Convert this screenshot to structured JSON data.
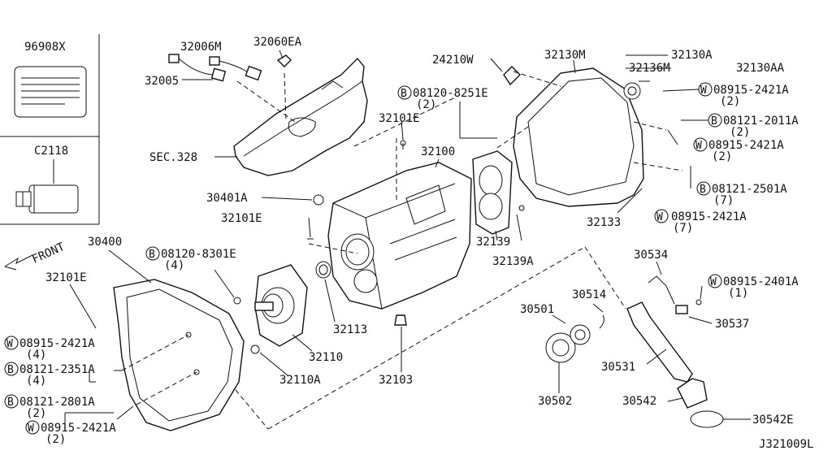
{
  "diagram_code": "J321009L",
  "inset": {
    "box1_label": "96908X",
    "box2_label": "C2118"
  },
  "front_label": "FRONT",
  "labels": {
    "p32006M": "32006M",
    "p32060EA": "32060EA",
    "p32005": "32005",
    "sec328": "SEC.328",
    "p24210W": "24210W",
    "p32130M": "32130M",
    "p32130A": "32130A",
    "p32136M": "32136M",
    "p32130AA": "32130AA",
    "b08120_8251E": "08120-8251E",
    "q2a": "(2)",
    "w08915_2421A_1": "08915-2421A",
    "q2b": "(2)",
    "b08121_2011A": "08121-2011A",
    "q2c": "(2)",
    "w08915_2421A_2": "08915-2421A",
    "q2d": "(2)",
    "p32101E_1": "32101E",
    "p32100": "32100",
    "b08121_2501A": "08121-2501A",
    "q7a": "(7)",
    "w08915_2421A_3": "08915-2421A",
    "q7b": "(7)",
    "p30401A": "30401A",
    "p32101E_2": "32101E",
    "p32133": "32133",
    "p32139": "32139",
    "p32139A": "32139A",
    "p30400": "30400",
    "b08120_8301E": "08120-8301E",
    "q4a": "(4)",
    "p30534": "30534",
    "p32101E_3": "32101E",
    "w08915_2401A": "08915-2401A",
    "q1a": "(1)",
    "p30514": "30514",
    "p30501": "30501",
    "p30537": "30537",
    "p32113": "32113",
    "w08915_2421A_4": "08915-2421A",
    "q4b": "(4)",
    "p32110": "32110",
    "b08121_2351A": "08121-2351A",
    "q4c": "(4)",
    "p32110A": "32110A",
    "p32103": "32103",
    "p30531": "30531",
    "p30502": "30502",
    "b08121_2801A": "08121-2801A",
    "q2e": "(2)",
    "p30542": "30542",
    "w08915_2421A_5": "08915-2421A",
    "q2f": "(2)",
    "p30542E": "30542E"
  },
  "prefix": {
    "bolt": "B",
    "washer": "W"
  }
}
